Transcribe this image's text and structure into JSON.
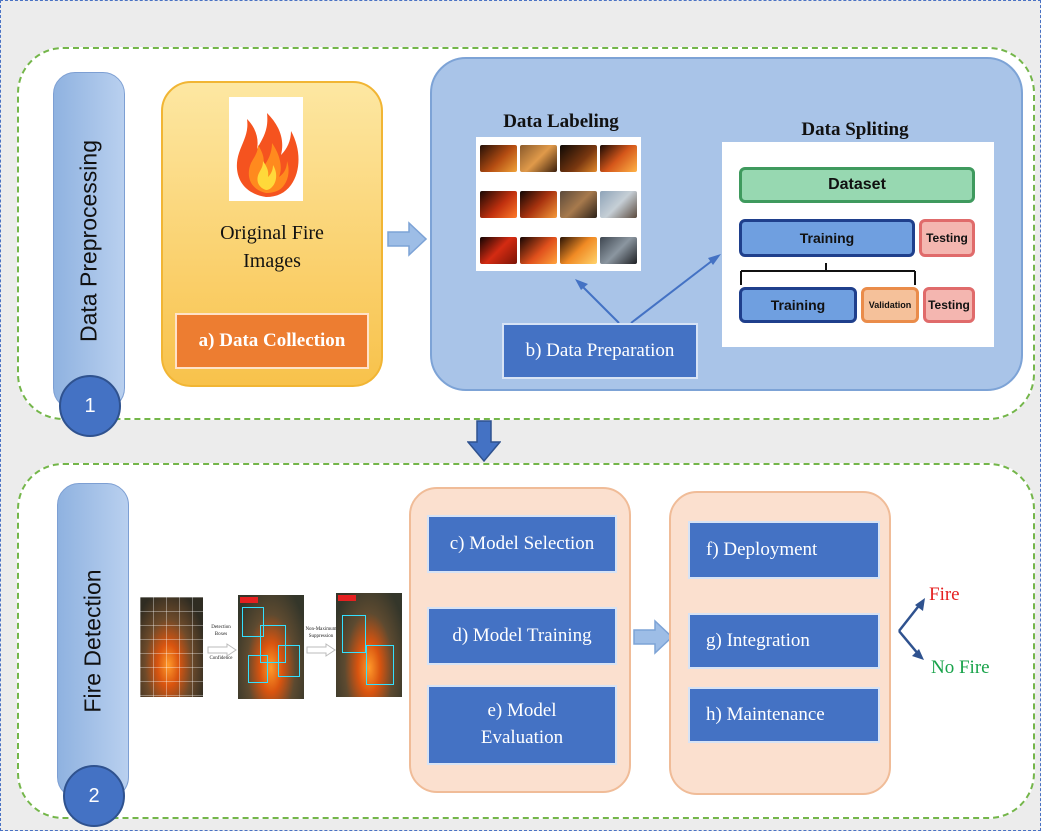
{
  "sections": [
    {
      "title": "Data Preprocessing",
      "number": "1"
    },
    {
      "title": "Fire Detection",
      "number": "2"
    }
  ],
  "collection": {
    "caption": "Original Fire Images",
    "step": "a) Data Collection"
  },
  "preparation": {
    "labeling_title": "Data Labeling",
    "splitting_title": "Data Spliting",
    "step": "b) Data Preparation",
    "split": {
      "dataset": "Dataset",
      "training": "Training",
      "testing": "Testing",
      "validation": "Validation"
    }
  },
  "detection_strip": {
    "stage1_line1": "Detection",
    "stage1_line2": "Boxes",
    "stage1_line3": "Confidence",
    "stage2_line1": "Non-Maximum",
    "stage2_line2": "Suppression"
  },
  "model_steps": [
    "c) Model Selection",
    "d) Model Training",
    "e) Model Evaluation"
  ],
  "deploy_steps": [
    "f) Deployment",
    "g) Integration",
    "h) Maintenance"
  ],
  "outputs": {
    "fire": "Fire",
    "no_fire": "No Fire"
  },
  "colors": {
    "section_border": "#74b64a",
    "step_blue": "#4472c4",
    "collection_yellow": "#fbc95a",
    "step_orange": "#ed7d31",
    "prep_panel": "#a9c4e8",
    "model_panel": "#fbe0cf",
    "fire_red": "#e52020",
    "no_fire_green": "#18a34a"
  }
}
